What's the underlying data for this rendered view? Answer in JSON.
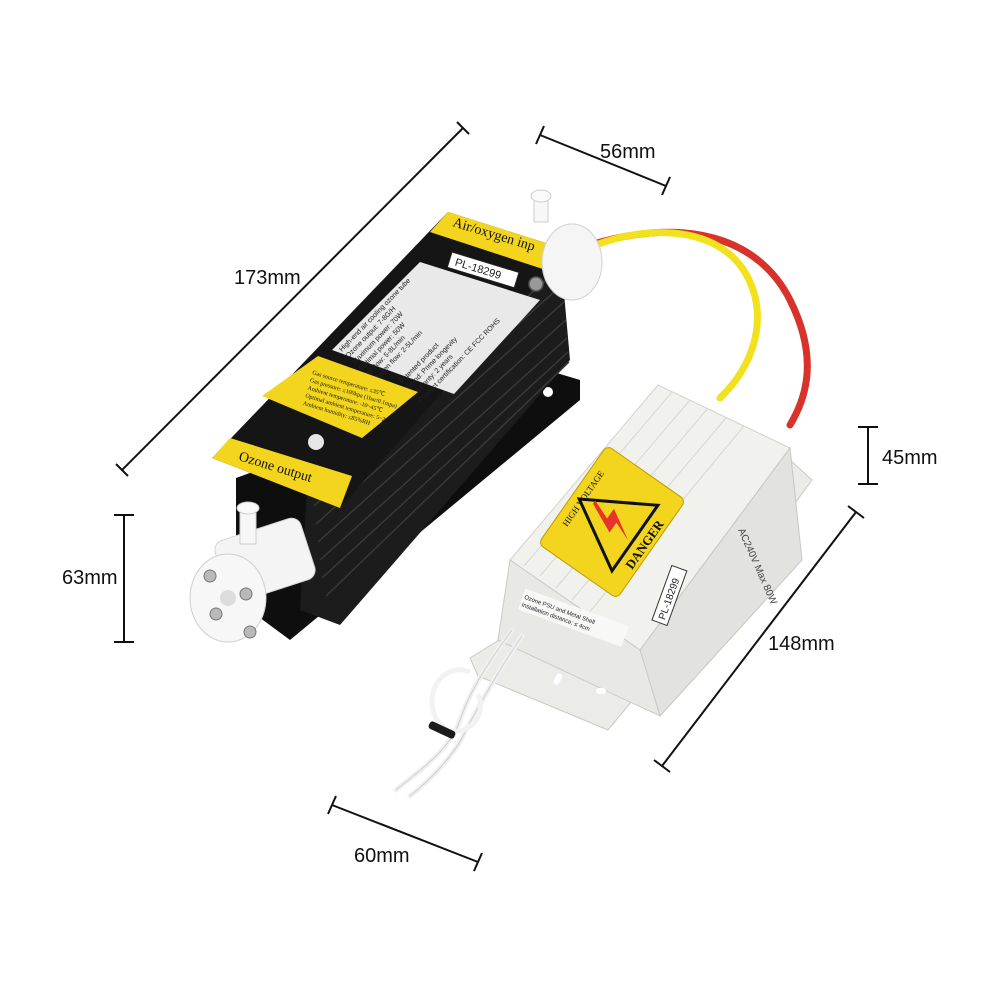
{
  "dimensions": {
    "length": "173mm",
    "width": "56mm",
    "height_generator": "63mm",
    "height_psu": "45mm",
    "psu_length": "148mm",
    "psu_width": "60mm"
  },
  "generator": {
    "top_label": "Air/oxygen inp",
    "model_tag": "PL-18299",
    "bottom_label": "Ozone output",
    "spec_lines": [
      "High-end air cooling ozone tube",
      "Ozone output: 7-8G/H",
      "Maximum power: 70W",
      "Optimal power: 50W",
      "Air flow: 5-8L/min",
      "Oxygen flow: 2-5L/min"
    ],
    "spec_lines_2": [
      "Patented product",
      "Brand: Prime longevity",
      "Warranty: 2 years",
      "Product certification: CE FCC ROHS"
    ],
    "warning_lines": [
      "Gas source temperature: ≤35℃",
      "Gas pressure: ≤100kpa (1bar/0.1mpa)",
      "Ambient temperature: -10~45℃",
      "Optimal ambient temperature: 5~20℃",
      "Ambient humidity: ≤85%RH"
    ]
  },
  "psu": {
    "danger_top": "HIGH VOLTAGE",
    "danger_bottom": "DANGER",
    "rating": "AC240V Max 80W",
    "model_tag": "PL-18299",
    "label_line1": "Ozone PSU and Metal Shell",
    "label_line2": "Installation distance: ≤ 4cm"
  },
  "colors": {
    "heatsink": "#151515",
    "yellow_label": "#f2d51c",
    "psu_body": "#eeeeea",
    "wire_red": "#d8322a",
    "wire_yellow": "#f2e21d"
  }
}
